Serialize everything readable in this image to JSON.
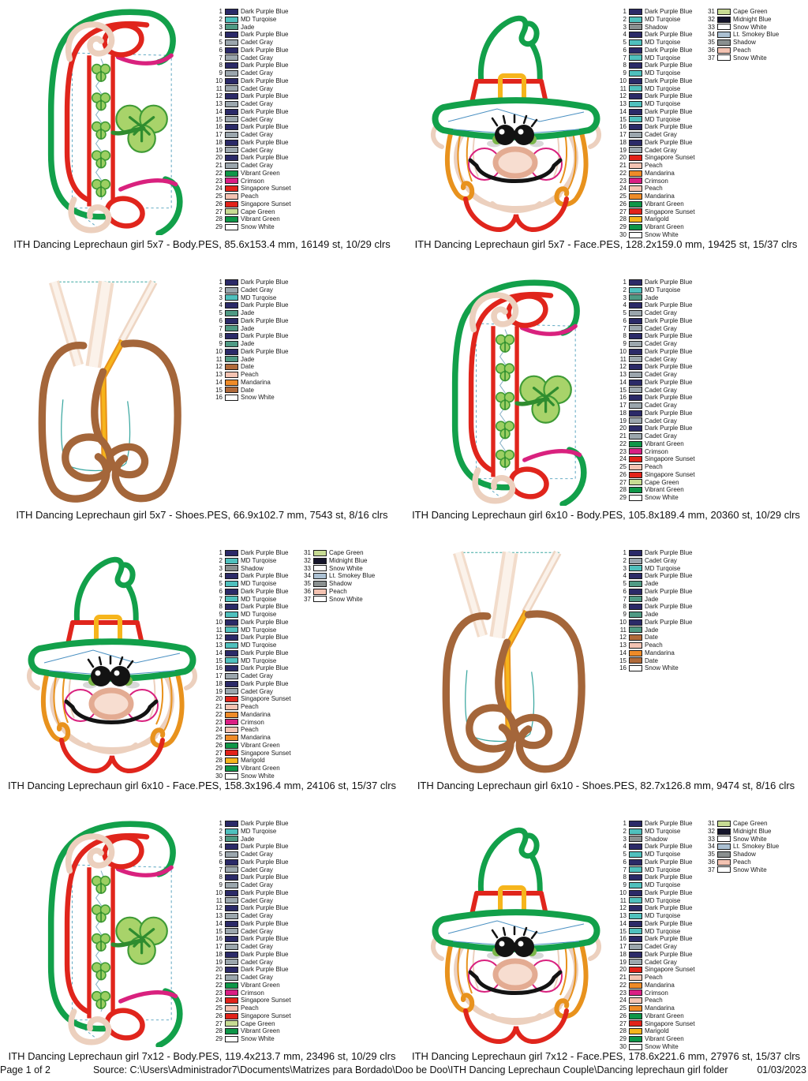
{
  "footer": {
    "page_label": "Page 1 of 2",
    "source": "Source: C:\\Users\\Administrador7\\Documents\\Matrizes para Bordado\\Doo be Doo\\ITH Dancing Leprechaun Couple\\Dancing leprechaun girl folder",
    "date": "01/03/2023"
  },
  "palette": {
    "Dark Purple Blue": "#2b2a68",
    "MD Turqoise": "#4fc0bd",
    "Jade": "#4f9a84",
    "Cadet Gray": "#9ba6ad",
    "Shadow": "#8a9090",
    "Vibrant Green": "#0e9648",
    "Crimson": "#da1f84",
    "Singapore Sunset": "#e2231a",
    "Peach": "#f4c3b2",
    "Cape Green": "#c7db93",
    "Mandarina": "#ef8b28",
    "Marigold": "#f6b51c",
    "Snow White": "#ffffff",
    "Midnight Blue": "#15152b",
    "Lt. Smokey Blue": "#abc0d2",
    "Date": "#b06a3a"
  },
  "color_sequences": {
    "body": [
      "Dark Purple Blue",
      "MD Turqoise",
      "Jade",
      "Dark Purple Blue",
      "Cadet Gray",
      "Dark Purple Blue",
      "Cadet Gray",
      "Dark Purple Blue",
      "Cadet Gray",
      "Dark Purple Blue",
      "Cadet Gray",
      "Dark Purple Blue",
      "Cadet Gray",
      "Dark Purple Blue",
      "Cadet Gray",
      "Dark Purple Blue",
      "Cadet Gray",
      "Dark Purple Blue",
      "Cadet Gray",
      "Dark Purple Blue",
      "Cadet Gray",
      "Vibrant Green",
      "Crimson",
      "Singapore Sunset",
      "Peach",
      "Singapore Sunset",
      "Cape Green",
      "Vibrant Green",
      "Snow White"
    ],
    "face": [
      "Dark Purple Blue",
      "MD Turqoise",
      "Shadow",
      "Dark Purple Blue",
      "MD Turqoise",
      "Dark Purple Blue",
      "MD Turqoise",
      "Dark Purple Blue",
      "MD Turqoise",
      "Dark Purple Blue",
      "MD Turqoise",
      "Dark Purple Blue",
      "MD Turqoise",
      "Dark Purple Blue",
      "MD Turqoise",
      "Dark Purple Blue",
      "Cadet Gray",
      "Dark Purple Blue",
      "Cadet Gray",
      "Singapore Sunset",
      "Peach",
      "Mandarina",
      "Crimson",
      "Peach",
      "Mandarina",
      "Vibrant Green",
      "Singapore Sunset",
      "Marigold",
      "Vibrant Green",
      "Snow White",
      "Cape Green",
      "Midnight Blue",
      "Snow White",
      "Lt. Smokey Blue",
      "Shadow",
      "Peach",
      "Snow White"
    ],
    "shoes": [
      "Dark Purple Blue",
      "Cadet Gray",
      "MD Turqoise",
      "Dark Purple Blue",
      "Jade",
      "Dark Purple Blue",
      "Jade",
      "Dark Purple Blue",
      "Jade",
      "Dark Purple Blue",
      "Jade",
      "Date",
      "Peach",
      "Mandarina",
      "Date",
      "Snow White"
    ]
  },
  "designs": [
    {
      "type": "body",
      "caption": "ITH Dancing Leprechaun girl 5x7 - Body.PES, 85.6x153.4 mm, 16149 st, 10/29 clrs"
    },
    {
      "type": "face",
      "caption": "ITH Dancing Leprechaun girl 5x7 - Face.PES, 128.2x159.0 mm, 19425 st, 15/37 clrs"
    },
    {
      "type": "shoes",
      "caption": "ITH Dancing Leprechaun girl 5x7 - Shoes.PES, 66.9x102.7 mm, 7543 st, 8/16 clrs"
    },
    {
      "type": "body",
      "caption": "ITH Dancing Leprechaun girl 6x10 - Body.PES, 105.8x189.4 mm, 20360 st, 10/29 clrs"
    },
    {
      "type": "face",
      "caption": "ITH Dancing Leprechaun girl 6x10 - Face.PES, 158.3x196.4 mm, 24106 st, 15/37 clrs"
    },
    {
      "type": "shoes",
      "caption": "ITH Dancing Leprechaun girl 6x10 - Shoes.PES, 82.7x126.8 mm, 9474 st, 8/16 clrs"
    },
    {
      "type": "body",
      "caption": "ITH Dancing Leprechaun girl 7x12 - Body.PES, 119.4x213.7 mm, 23496 st, 10/29 clrs"
    },
    {
      "type": "face",
      "caption": "ITH Dancing Leprechaun girl 7x12 - Face.PES, 178.6x221.6 mm, 27976 st, 15/37 clrs"
    }
  ]
}
